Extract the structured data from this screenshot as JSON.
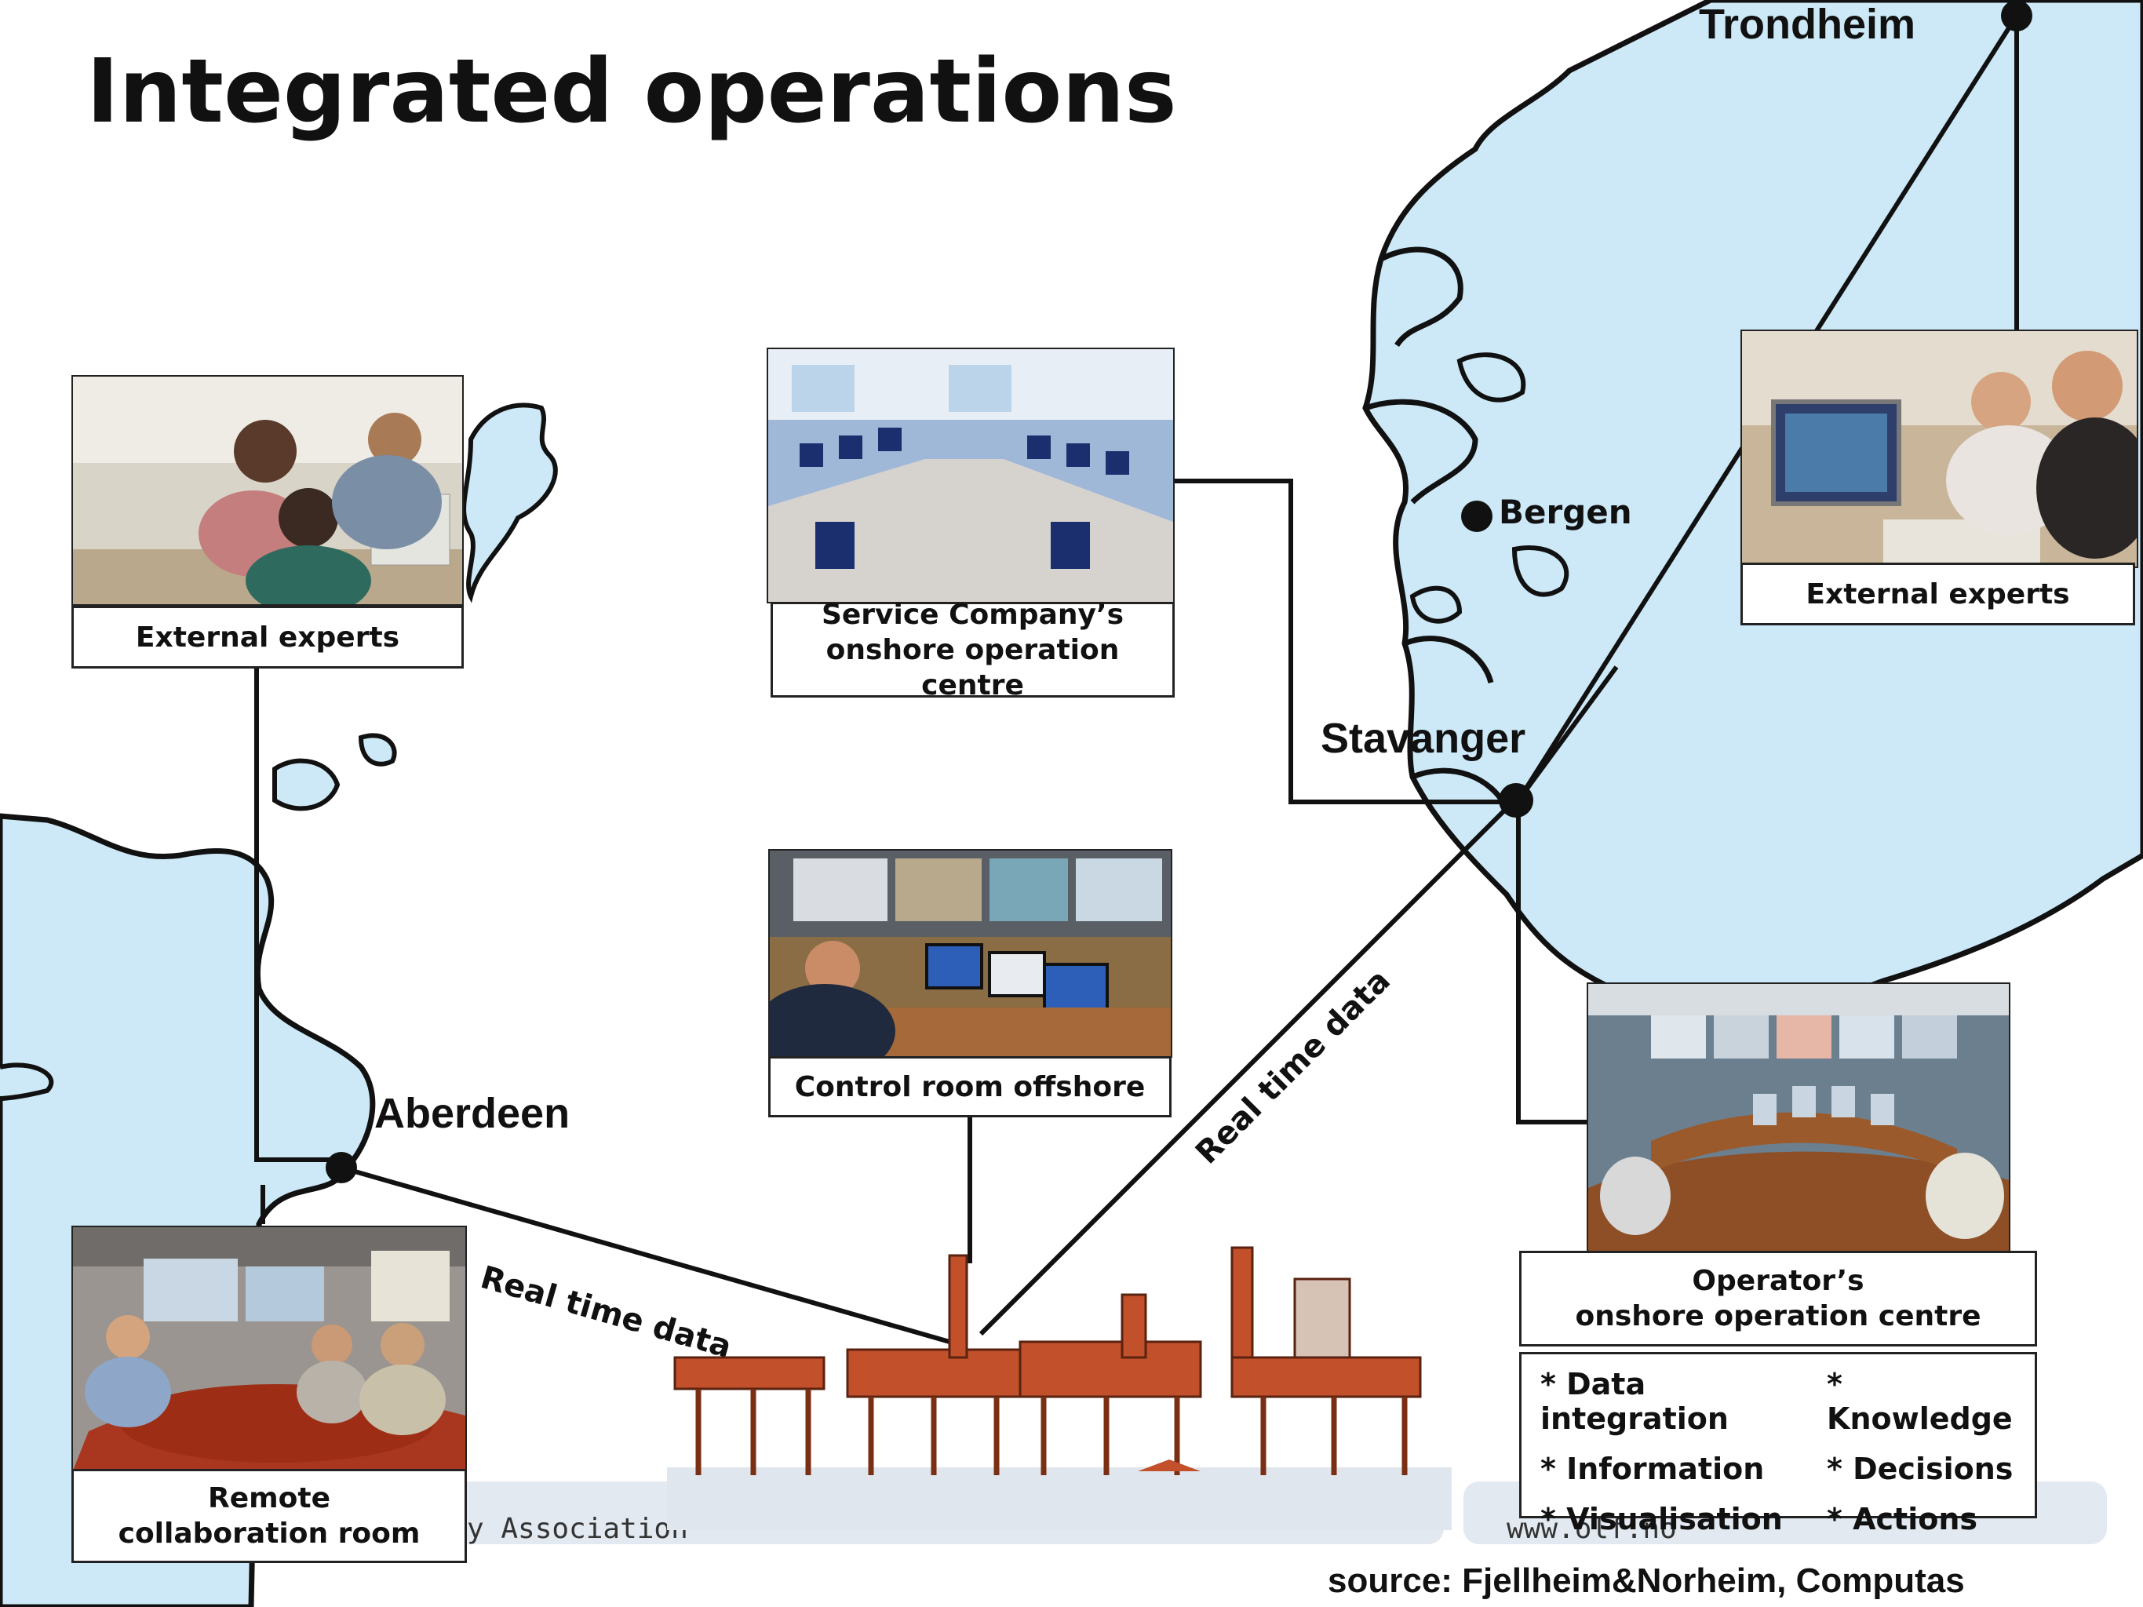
{
  "title": "Integrated operations",
  "cities": {
    "trondheim": "Trondheim",
    "bergen": "Bergen",
    "stavanger": "Stavanger",
    "aberdeen": "Aberdeen"
  },
  "links": {
    "real_time_data_1": "Real time data",
    "real_time_data_2": "Real time data"
  },
  "boxes": {
    "external_experts_left": "External experts",
    "service_company": [
      "Service Company’s",
      "onshore operation centre"
    ],
    "external_experts_right": "External experts",
    "control_room": "Control room offshore",
    "operator": [
      "Operator’s",
      "onshore operation centre"
    ],
    "remote_room": [
      "Remote",
      "collaboration room"
    ]
  },
  "operator_functions": [
    "* Data integration",
    "* Knowledge",
    "* Information",
    "* Decisions",
    "* Visualisation",
    "* Actions"
  ],
  "footer": {
    "association": "y Association",
    "website": "www.olf.no"
  },
  "source": "source: Fjellheim&Norheim, Computas",
  "colors": {
    "sea_land": "#cde9f7",
    "outline": "#111111",
    "background": "#ffffff",
    "platform": "#c2502a"
  }
}
